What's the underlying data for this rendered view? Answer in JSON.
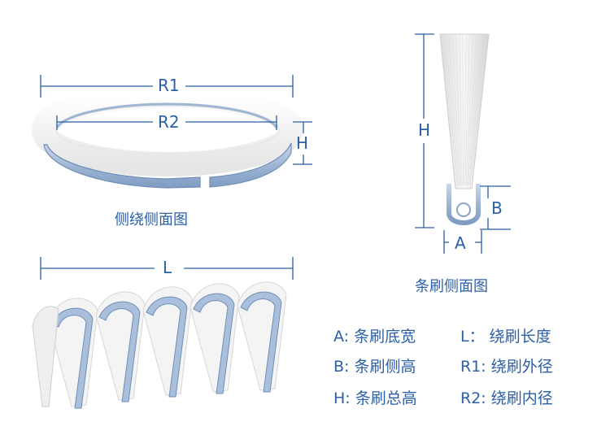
{
  "ring_view": {
    "caption": "侧绕侧面图",
    "dim_r1": "R1",
    "dim_r2": "R2",
    "dim_h": "H"
  },
  "coil_view": {
    "dim_l": "L"
  },
  "strip_view": {
    "caption": "条刷侧面图",
    "dim_h": "H",
    "dim_b": "B",
    "dim_a": "A"
  },
  "legend": {
    "left": [
      {
        "key": "A:",
        "text": "条刷底宽"
      },
      {
        "key": "B:",
        "text": "条刷侧高"
      },
      {
        "key": "H:",
        "text": "条刷总高"
      }
    ],
    "right": [
      {
        "key": "L：",
        "text": "绕刷长度"
      },
      {
        "key": "R1:",
        "text": "绕刷外径"
      },
      {
        "key": "R2:",
        "text": "绕刷内径"
      }
    ]
  },
  "colors": {
    "dimension_line": "#2b5fa6",
    "metal": "#9fb6d3",
    "metal_dark": "#6f8fb8",
    "bristle": "#f2f2f2",
    "bristle_edge": "#d8d8d8"
  }
}
